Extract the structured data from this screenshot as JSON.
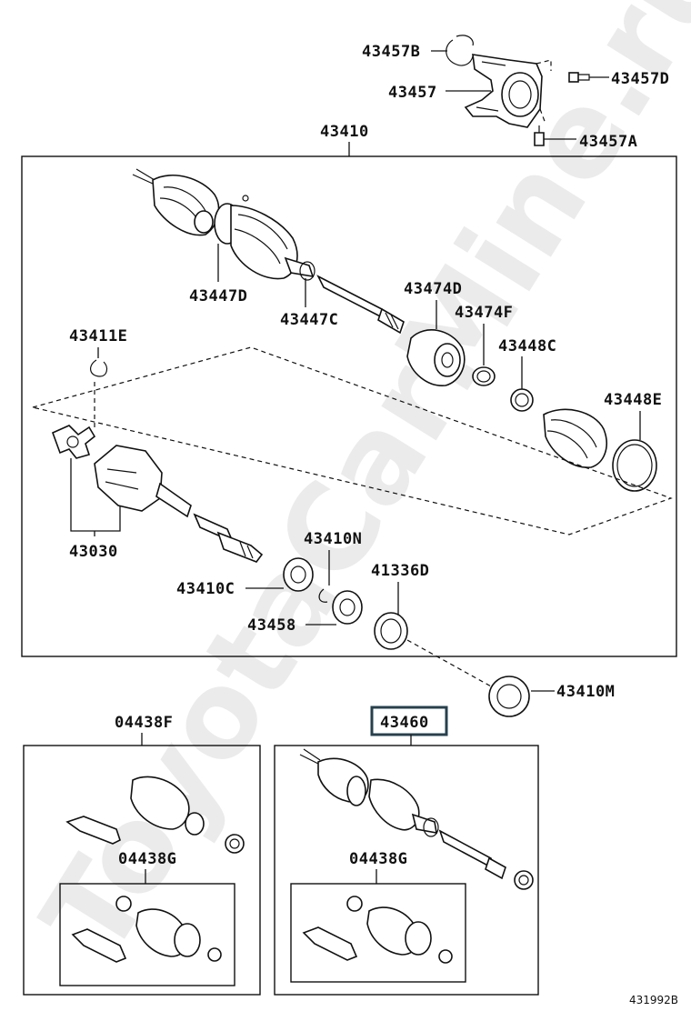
{
  "watermark": "ToyotaCarMine.ru",
  "diagram_id": "431992B",
  "labels": {
    "p43457B": "43457B",
    "p43457": "43457",
    "p43457D": "43457D",
    "p43457A": "43457A",
    "p43410": "43410",
    "p43447D": "43447D",
    "p43447C": "43447C",
    "p43474D": "43474D",
    "p43474F": "43474F",
    "p43448C": "43448C",
    "p43448E": "43448E",
    "p43411E": "43411E",
    "p43030": "43030",
    "p43410N": "43410N",
    "p41336D": "41336D",
    "p43410C": "43410C",
    "p43458": "43458",
    "p43410M": "43410M",
    "p04438F": "04438F",
    "p43460": "43460",
    "p04438G_left": "04438G",
    "p04438G_right": "04438G"
  },
  "highlight_color": "#26404d"
}
